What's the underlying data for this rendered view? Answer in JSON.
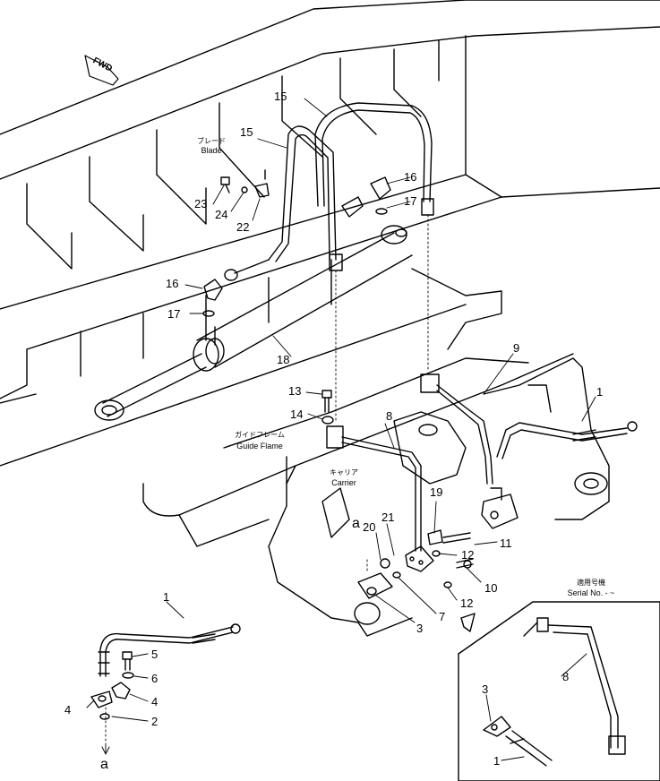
{
  "fwd_label": "FWD",
  "callouts": {
    "blade_jp": "ブレード",
    "blade_en": "Blade",
    "guide_jp": "ガイドフレーム",
    "guide_en": "Guide Flame",
    "carrier_jp": "キャリア",
    "carrier_en": "Carrier",
    "serial_jp": "適用号機",
    "serial_en": "Serial No. - ~"
  },
  "view_marker": "a",
  "part_numbers": {
    "p15a": "15",
    "p15b": "15",
    "p16a": "16",
    "p17a": "17",
    "p23": "23",
    "p24": "24",
    "p22": "22",
    "p16b": "16",
    "p17b": "17",
    "p18": "18",
    "p13": "13",
    "p14": "14",
    "p8a": "8",
    "p9": "9",
    "p1a": "1",
    "p19": "19",
    "p21": "21",
    "p20": "20",
    "p11": "11",
    "p12a": "12",
    "p10": "10",
    "p12b": "12",
    "p7": "7",
    "p3a": "3",
    "p1b": "1",
    "p5": "5",
    "p6": "6",
    "p4a": "4",
    "p4b": "4",
    "p2": "2",
    "p3b": "3",
    "p8b": "8",
    "p1c": "1"
  }
}
